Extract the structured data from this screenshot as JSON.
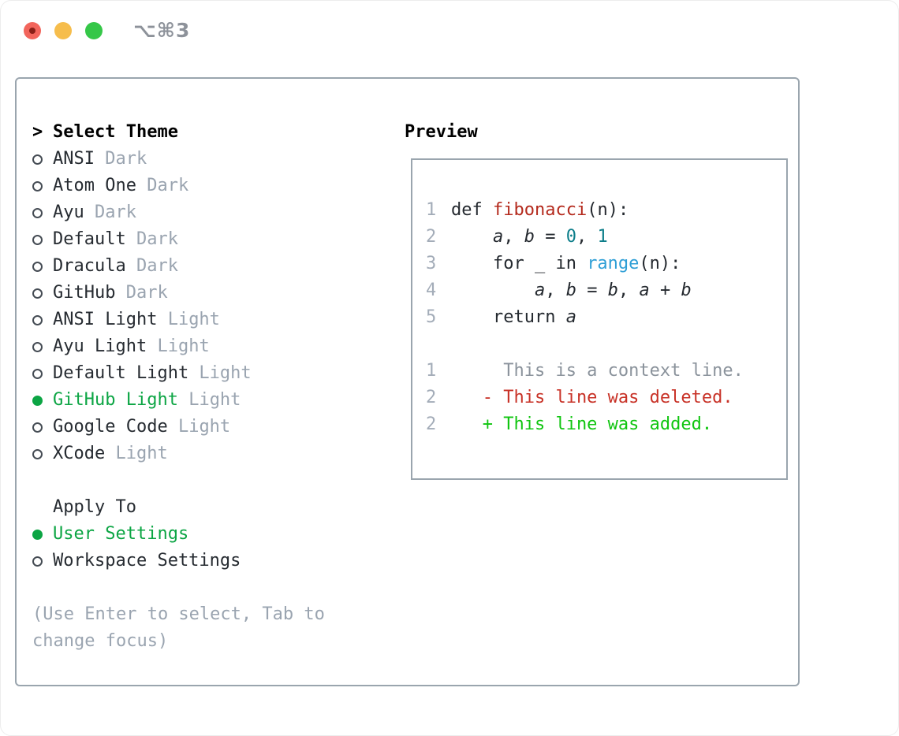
{
  "window": {
    "title": "⌥⌘3"
  },
  "titlebar": {
    "buttons": [
      "close",
      "minimize",
      "zoom"
    ]
  },
  "colors": {
    "accent_green": "#0ca544",
    "added_green": "#10c510",
    "deleted_red": "#c83227",
    "function_red": "#b42a1d",
    "builtin_blue": "#2f9fd6",
    "number_teal": "#0d7e8a",
    "text_dark": "#24292f",
    "muted_gray": "#9aa4b0",
    "border_gray": "#9aa5ae"
  },
  "theme_picker": {
    "header_prefix": ">",
    "header": "Select Theme",
    "items": [
      {
        "name": "ANSI",
        "variant": "Dark",
        "selected": false
      },
      {
        "name": "Atom One",
        "variant": "Dark",
        "selected": false
      },
      {
        "name": "Ayu",
        "variant": "Dark",
        "selected": false
      },
      {
        "name": "Default",
        "variant": "Dark",
        "selected": false
      },
      {
        "name": "Dracula",
        "variant": "Dark",
        "selected": false
      },
      {
        "name": "GitHub",
        "variant": "Dark",
        "selected": false
      },
      {
        "name": "ANSI Light",
        "variant": "Light",
        "selected": false
      },
      {
        "name": "Ayu Light",
        "variant": "Light",
        "selected": false
      },
      {
        "name": "Default Light",
        "variant": "Light",
        "selected": false
      },
      {
        "name": "GitHub Light",
        "variant": "Light",
        "selected": true
      },
      {
        "name": "Google Code",
        "variant": "Light",
        "selected": false
      },
      {
        "name": "XCode",
        "variant": "Light",
        "selected": false
      }
    ]
  },
  "apply_to": {
    "header": "Apply To",
    "options": [
      {
        "label": "User Settings",
        "selected": true
      },
      {
        "label": "Workspace Settings",
        "selected": false
      }
    ]
  },
  "hint": {
    "line1": "(Use Enter to select, Tab to",
    "line2": "change focus)"
  },
  "preview": {
    "header": "Preview",
    "lines": [
      {
        "num": "1",
        "tokens": [
          {
            "t": "def ",
            "s": "code"
          },
          {
            "t": "fibonacci",
            "s": "func"
          },
          {
            "t": "(n):",
            "s": "code"
          }
        ]
      },
      {
        "num": "2",
        "tokens": [
          {
            "t": "    ",
            "s": "code"
          },
          {
            "t": "a",
            "s": "var"
          },
          {
            "t": ", ",
            "s": "code"
          },
          {
            "t": "b",
            "s": "var"
          },
          {
            "t": " = ",
            "s": "code"
          },
          {
            "t": "0",
            "s": "num"
          },
          {
            "t": ", ",
            "s": "code"
          },
          {
            "t": "1",
            "s": "num"
          }
        ]
      },
      {
        "num": "3",
        "tokens": [
          {
            "t": "    for _ in ",
            "s": "code"
          },
          {
            "t": "range",
            "s": "call"
          },
          {
            "t": "(n):",
            "s": "code"
          }
        ]
      },
      {
        "num": "4",
        "tokens": [
          {
            "t": "        ",
            "s": "code"
          },
          {
            "t": "a",
            "s": "var"
          },
          {
            "t": ", ",
            "s": "code"
          },
          {
            "t": "b",
            "s": "var"
          },
          {
            "t": " = ",
            "s": "code"
          },
          {
            "t": "b",
            "s": "var"
          },
          {
            "t": ", ",
            "s": "code"
          },
          {
            "t": "a",
            "s": "var"
          },
          {
            "t": " + ",
            "s": "code"
          },
          {
            "t": "b",
            "s": "var"
          }
        ]
      },
      {
        "num": "5",
        "tokens": [
          {
            "t": "    return ",
            "s": "code"
          },
          {
            "t": "a",
            "s": "var"
          }
        ]
      },
      {
        "num": "",
        "tokens": []
      },
      {
        "num": "1",
        "tokens": [
          {
            "t": "     This is a context line.",
            "s": "ctx"
          }
        ]
      },
      {
        "num": "2",
        "tokens": [
          {
            "t": "   - This line was deleted.",
            "s": "del"
          }
        ]
      },
      {
        "num": "2",
        "tokens": [
          {
            "t": "   + This line was added.",
            "s": "add"
          }
        ]
      }
    ]
  }
}
